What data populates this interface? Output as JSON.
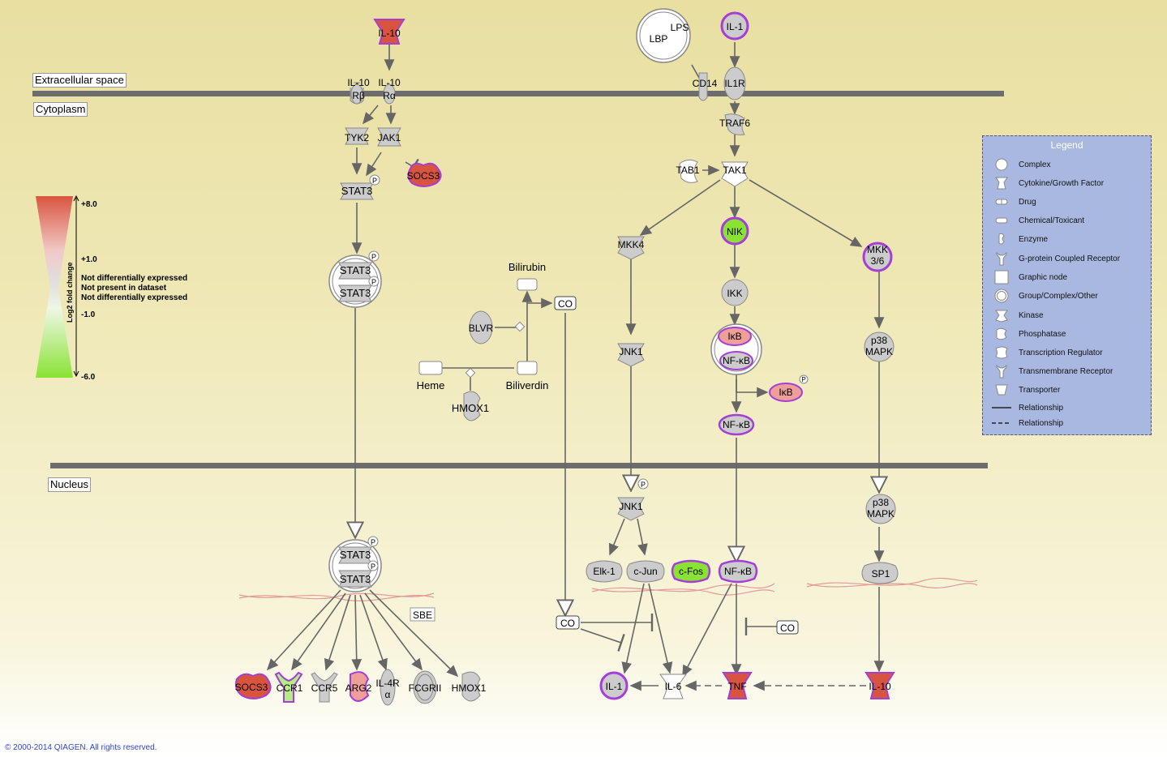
{
  "regions": {
    "extracellular": "Extracellular space",
    "cytoplasm": "Cytoplasm",
    "nucleus": "Nucleus"
  },
  "nodes": {
    "il10_top": "IL-10",
    "il10rb": "IL-10\nRβ",
    "il10ra": "IL-10\nRα",
    "tyk2": "TYK2",
    "jak1": "JAK1",
    "socs3_cyto": "SOCS3",
    "stat3_a": "STAT3",
    "stat3_dimer1": "STAT3",
    "stat3_dimer2": "STAT3",
    "stat3_nuc1": "STAT3",
    "stat3_nuc2": "STAT3",
    "lps": "LPS",
    "lbp": "LBP",
    "il1_top": "IL-1",
    "cd14": "CD14",
    "il1r": "IL1R",
    "traf6": "TRAF6",
    "tab1": "TAB1",
    "tak1": "TAK1",
    "mkk4": "MKK4",
    "nik": "NIK",
    "mkk36": "MKK\n3/6",
    "ikk": "IKK",
    "ikb_complex": "IκB",
    "nfkb_complex": "NF-κB",
    "ikb_p": "IκB",
    "nfkb_cyto": "NF-κB",
    "jnk1_cyto": "JNK1",
    "p38_cyto": "p38\nMAPK",
    "bilirubin": "Bilirubin",
    "co_top": "CO",
    "blvr": "BLVR",
    "heme": "Heme",
    "biliverdin": "Biliverdin",
    "hmox1_cyto": "HMOX1",
    "jnk1_nuc": "JNK1",
    "p38_nuc": "p38\nMAPK",
    "elk1": "Elk-1",
    "cjun": "c-Jun",
    "cfos": "c-Fos",
    "nfkb_nuc": "NF-κB",
    "sp1": "SP1",
    "sbe": "SBE",
    "co_mid": "CO",
    "co_right": "CO",
    "socs3_out": "SOCS3",
    "ccr1": "CCR1",
    "ccr5": "CCR5",
    "arg2": "ARG2",
    "il4r": "IL-4R\nα",
    "fcgrii": "FCGRII",
    "hmox1_out": "HMOX1",
    "il1_out": "IL-1",
    "il6_out": "IL-6",
    "tnf_out": "TNF",
    "il10_out": "IL-10",
    "p_mark": "P"
  },
  "scale": {
    "axis_label": "Log2 fold change",
    "ticks": [
      "+8.0",
      "+1.0",
      "-1.0",
      "-6.0"
    ],
    "notes": [
      "Not differentially expressed",
      "Not present in dataset",
      "Not differentially expressed"
    ]
  },
  "legend": {
    "title": "Legend",
    "items": [
      {
        "label": "Complex",
        "icon": "circle-icon"
      },
      {
        "label": "Cytokine/Growth Factor",
        "icon": "cytokine-icon"
      },
      {
        "label": "Drug",
        "icon": "drug-icon"
      },
      {
        "label": "Chemical/Toxicant",
        "icon": "chemical-icon"
      },
      {
        "label": "Enzyme",
        "icon": "enzyme-icon"
      },
      {
        "label": "G-protein Coupled Receptor",
        "icon": "gpcr-icon"
      },
      {
        "label": "Graphic node",
        "icon": "square-icon"
      },
      {
        "label": "Group/Complex/Other",
        "icon": "double-circle-icon"
      },
      {
        "label": "Kinase",
        "icon": "kinase-icon"
      },
      {
        "label": "Phosphatase",
        "icon": "phosphatase-icon"
      },
      {
        "label": "Transcription Regulator",
        "icon": "transcription-icon"
      },
      {
        "label": "Transmembrane Receptor",
        "icon": "receptor-icon"
      },
      {
        "label": "Transporter",
        "icon": "transporter-icon"
      },
      {
        "label": "Relationship",
        "icon": "solid-line-icon"
      },
      {
        "label": "Relationship",
        "icon": "dashed-line-icon"
      }
    ]
  },
  "colors": {
    "up_strong": "#d9543f",
    "up_light": "#ee9f9a",
    "down_strong": "#8ae234",
    "neutral": "#c8c8c8",
    "highlight_border": "#a53ed6",
    "membrane": "#6d6d6d",
    "legend_bg": "#a9b8e0"
  },
  "copyright": "© 2000-2014 QIAGEN. All rights reserved."
}
